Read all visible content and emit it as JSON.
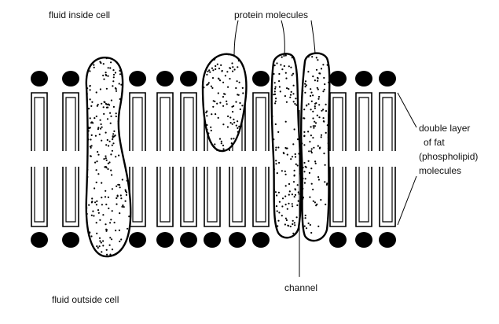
{
  "labels": {
    "fluid_inside": "fluid inside cell",
    "fluid_outside": "fluid outside cell",
    "protein_molecules": "protein molecules",
    "channel": "channel",
    "double_layer_lines": [
      "double layer",
      "of fat",
      "(phospholipid)",
      "molecules"
    ]
  },
  "colors": {
    "ink": "#000000",
    "background": "#ffffff"
  }
}
